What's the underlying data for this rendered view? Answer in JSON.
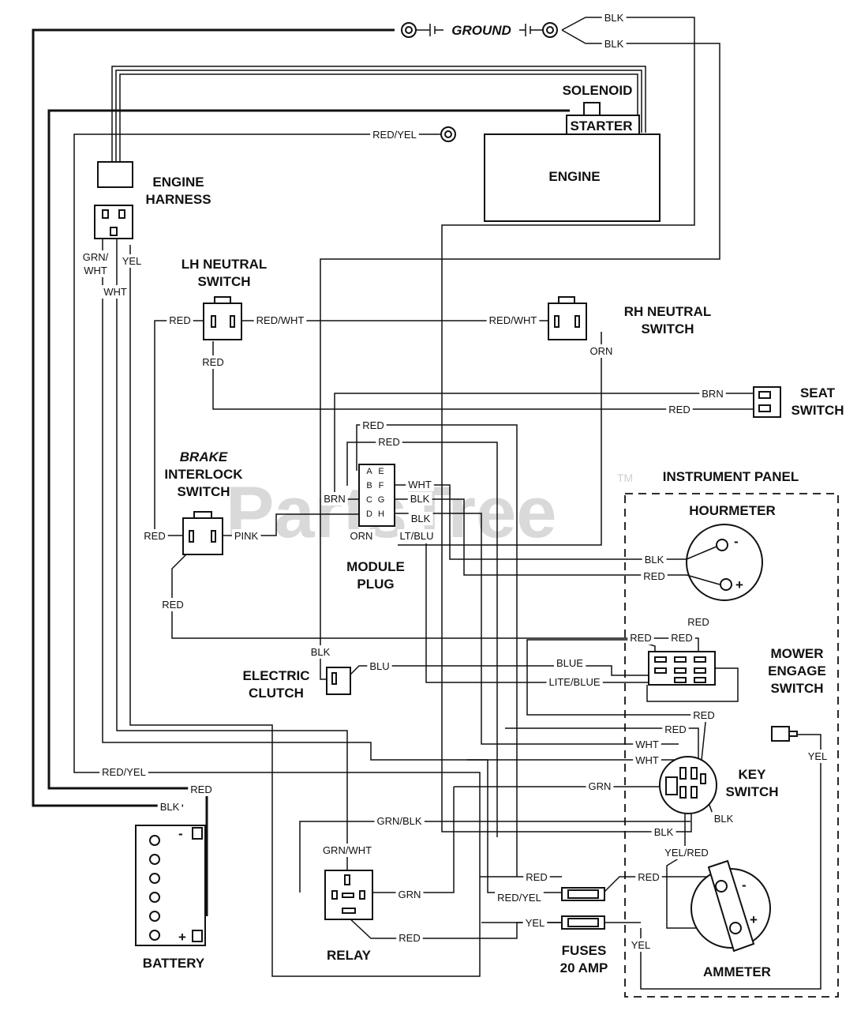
{
  "watermark": {
    "text": "PartsTree",
    "mark": "TM"
  },
  "titles": {
    "ground": "GROUND",
    "solenoid": "SOLENOID",
    "starter": "STARTER",
    "engine": "ENGINE",
    "engine_harness_1": "ENGINE",
    "engine_harness_2": "HARNESS",
    "lh_neutral_1": "LH NEUTRAL",
    "lh_neutral_2": "SWITCH",
    "rh_neutral_1": "RH NEUTRAL",
    "rh_neutral_2": "SWITCH",
    "seat_1": "SEAT",
    "seat_2": "SWITCH",
    "brake_1": "BRAKE",
    "brake_2": "INTERLOCK",
    "brake_3": "SWITCH",
    "module_1": "MODULE",
    "module_2": "PLUG",
    "instrument_panel": "INSTRUMENT PANEL",
    "hourmeter": "HOURMETER",
    "mower_1": "MOWER",
    "mower_2": "ENGAGE",
    "mower_3": "SWITCH",
    "clutch_1": "ELECTRIC",
    "clutch_2": "CLUTCH",
    "key_1": "KEY",
    "key_2": "SWITCH",
    "battery": "BATTERY",
    "relay": "RELAY",
    "fuses_1": "FUSES",
    "fuses_2": "20 AMP",
    "ammeter": "AMMETER"
  },
  "module_pins": [
    "A",
    "B",
    "C",
    "D",
    "E",
    "F",
    "G",
    "H"
  ],
  "terminals": {
    "minus": "-",
    "plus": "+"
  },
  "wire_labels": {
    "blk_top1": "BLK",
    "blk_top2": "BLK",
    "red_yel_top": "RED/YEL",
    "grn_wht_harness": "GRN/",
    "grn_wht_harness_2": "WHT",
    "yel_harness": "YEL",
    "wht_harness": "WHT",
    "lh_red_left": "RED",
    "lh_red_wht": "RED/WHT",
    "rh_red_wht": "RED/WHT",
    "lh_red_below": "RED",
    "rh_orn": "ORN",
    "seat_brn": "BRN",
    "seat_red": "RED",
    "mod_red1": "RED",
    "mod_red2": "RED",
    "mod_wht": "WHT",
    "mod_blk1": "BLK",
    "mod_blk2": "BLK",
    "mod_brn": "BRN",
    "mod_orn": "ORN",
    "mod_ltblu": "LT/BLU",
    "brake_red": "RED",
    "brake_pink": "PINK",
    "brake_red_below": "RED",
    "hour_blk": "BLK",
    "hour_red": "RED",
    "mower_red1": "RED",
    "mower_red2": "RED",
    "mower_red3": "RED",
    "clutch_blk": "BLK",
    "clutch_blu": "BLU",
    "blue_mid": "BLUE",
    "lite_blue": "LITE/BLUE",
    "key_red1": "RED",
    "key_red2": "RED",
    "key_wht1": "WHT",
    "key_wht2": "WHT",
    "key_grn": "GRN",
    "key_blk1": "BLK",
    "key_blk2": "BLK",
    "key_yel": "YEL",
    "red_yel_low": "RED/YEL",
    "batt_red": "RED",
    "batt_blk": "BLK",
    "grn_blk": "GRN/BLK",
    "grn_wht_relay": "GRN/WHT",
    "relay_grn": "GRN",
    "relay_red": "RED",
    "fuse_red1": "RED",
    "fuse_red2": "RED",
    "fuse_red_yel": "RED/YEL",
    "fuse_yel": "YEL",
    "fuse_yel2": "YEL",
    "yel_red": "YEL/RED"
  }
}
